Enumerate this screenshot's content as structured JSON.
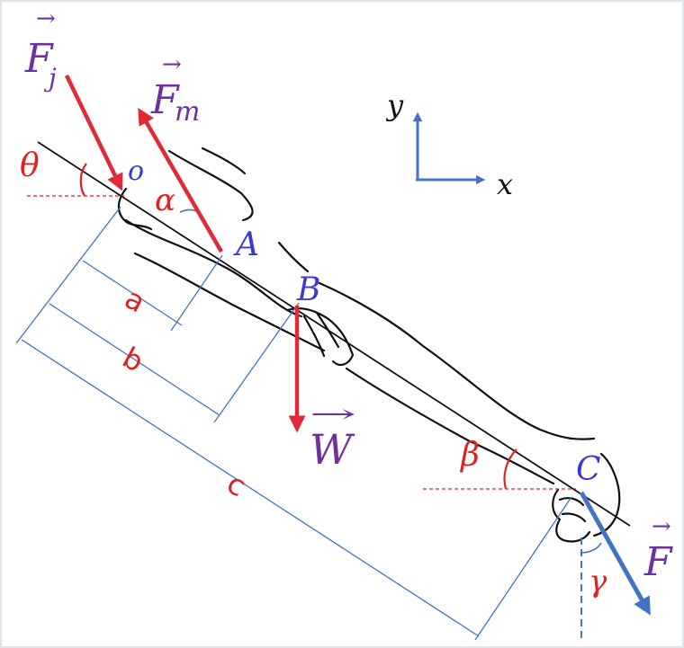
{
  "colors": {
    "force_red": "#e02a35",
    "force_blue": "#4472c4",
    "label_purple": "#7030a0",
    "label_blue": "#3a3ad0",
    "label_red": "#e02020",
    "dimension_blue": "#4472c4",
    "outline": "#111111"
  },
  "forces": {
    "joint": {
      "symbol": "F",
      "subscript": "j"
    },
    "muscle": {
      "symbol": "F",
      "subscript": "m"
    },
    "weight": {
      "symbol": "W"
    },
    "hand": {
      "symbol": "F"
    },
    "arrow_mark": "→"
  },
  "points": {
    "pivot": "o",
    "muscle_insertion": "A",
    "center_of_mass": "B",
    "hand": "C"
  },
  "angles": {
    "theta": "θ",
    "alpha": "α",
    "beta": "β",
    "gamma": "γ"
  },
  "dimensions": {
    "a": "a",
    "b": "b",
    "c": "c"
  },
  "axes": {
    "y": "y",
    "x": "x"
  }
}
